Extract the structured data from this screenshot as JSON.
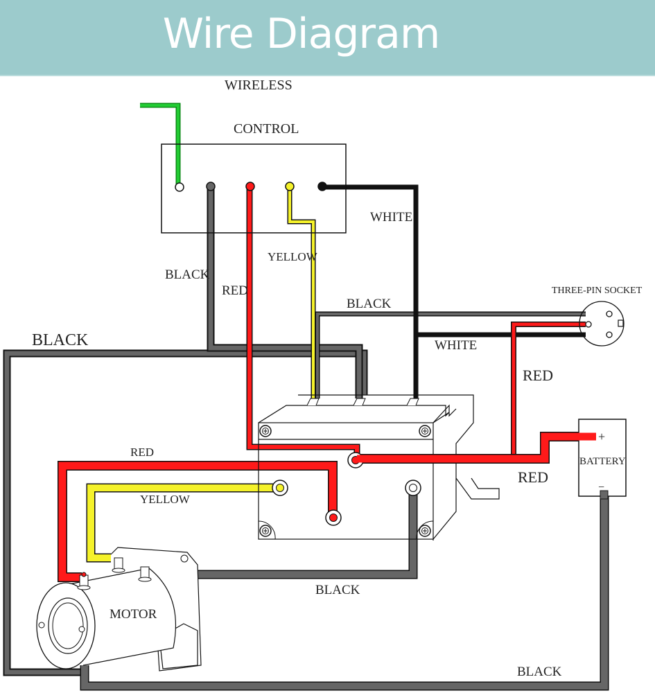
{
  "header": {
    "title": "Wire Diagram",
    "background_color": "#9ccbcc",
    "text_color": "#ffffff"
  },
  "wire_colors": {
    "red": "#ff1a1a",
    "yellow": "#f5f22a",
    "green": "#22cc33",
    "black": "#111111",
    "gray": "#666666"
  },
  "labels": {
    "wireless": "WIRELESS",
    "control": "CONTROL",
    "white_top": "WHITE",
    "yellow_top": "YELLOW",
    "black_top": "BLACK",
    "red_top": "RED",
    "black_mid": "BLACK",
    "black_left": "BLACK",
    "white_mid": "WHITE",
    "three_pin_socket": "THREE-PIN SOCKET",
    "red_right": "RED",
    "red_battery": "RED",
    "battery": "BATTERY",
    "battery_plus": "+",
    "battery_minus": "−",
    "red_motor": "RED",
    "yellow_motor": "YELLOW",
    "black_motor": "BLACK",
    "motor": "MOTOR",
    "black_bottom": "BLACK"
  },
  "components": [
    {
      "name": "Wireless control box",
      "terminals": [
        "white (antenna)",
        "gray",
        "red",
        "yellow",
        "black"
      ]
    },
    {
      "name": "Solenoid / contactor box",
      "terminals": [
        "top yellow",
        "top gray",
        "top black",
        "red battery post",
        "yellow post",
        "red post",
        "gray post"
      ]
    },
    {
      "name": "Three-pin socket",
      "pins": 3
    },
    {
      "name": "Battery",
      "terminals": [
        "+",
        "−"
      ]
    },
    {
      "name": "Motor",
      "terminals": 3
    }
  ]
}
